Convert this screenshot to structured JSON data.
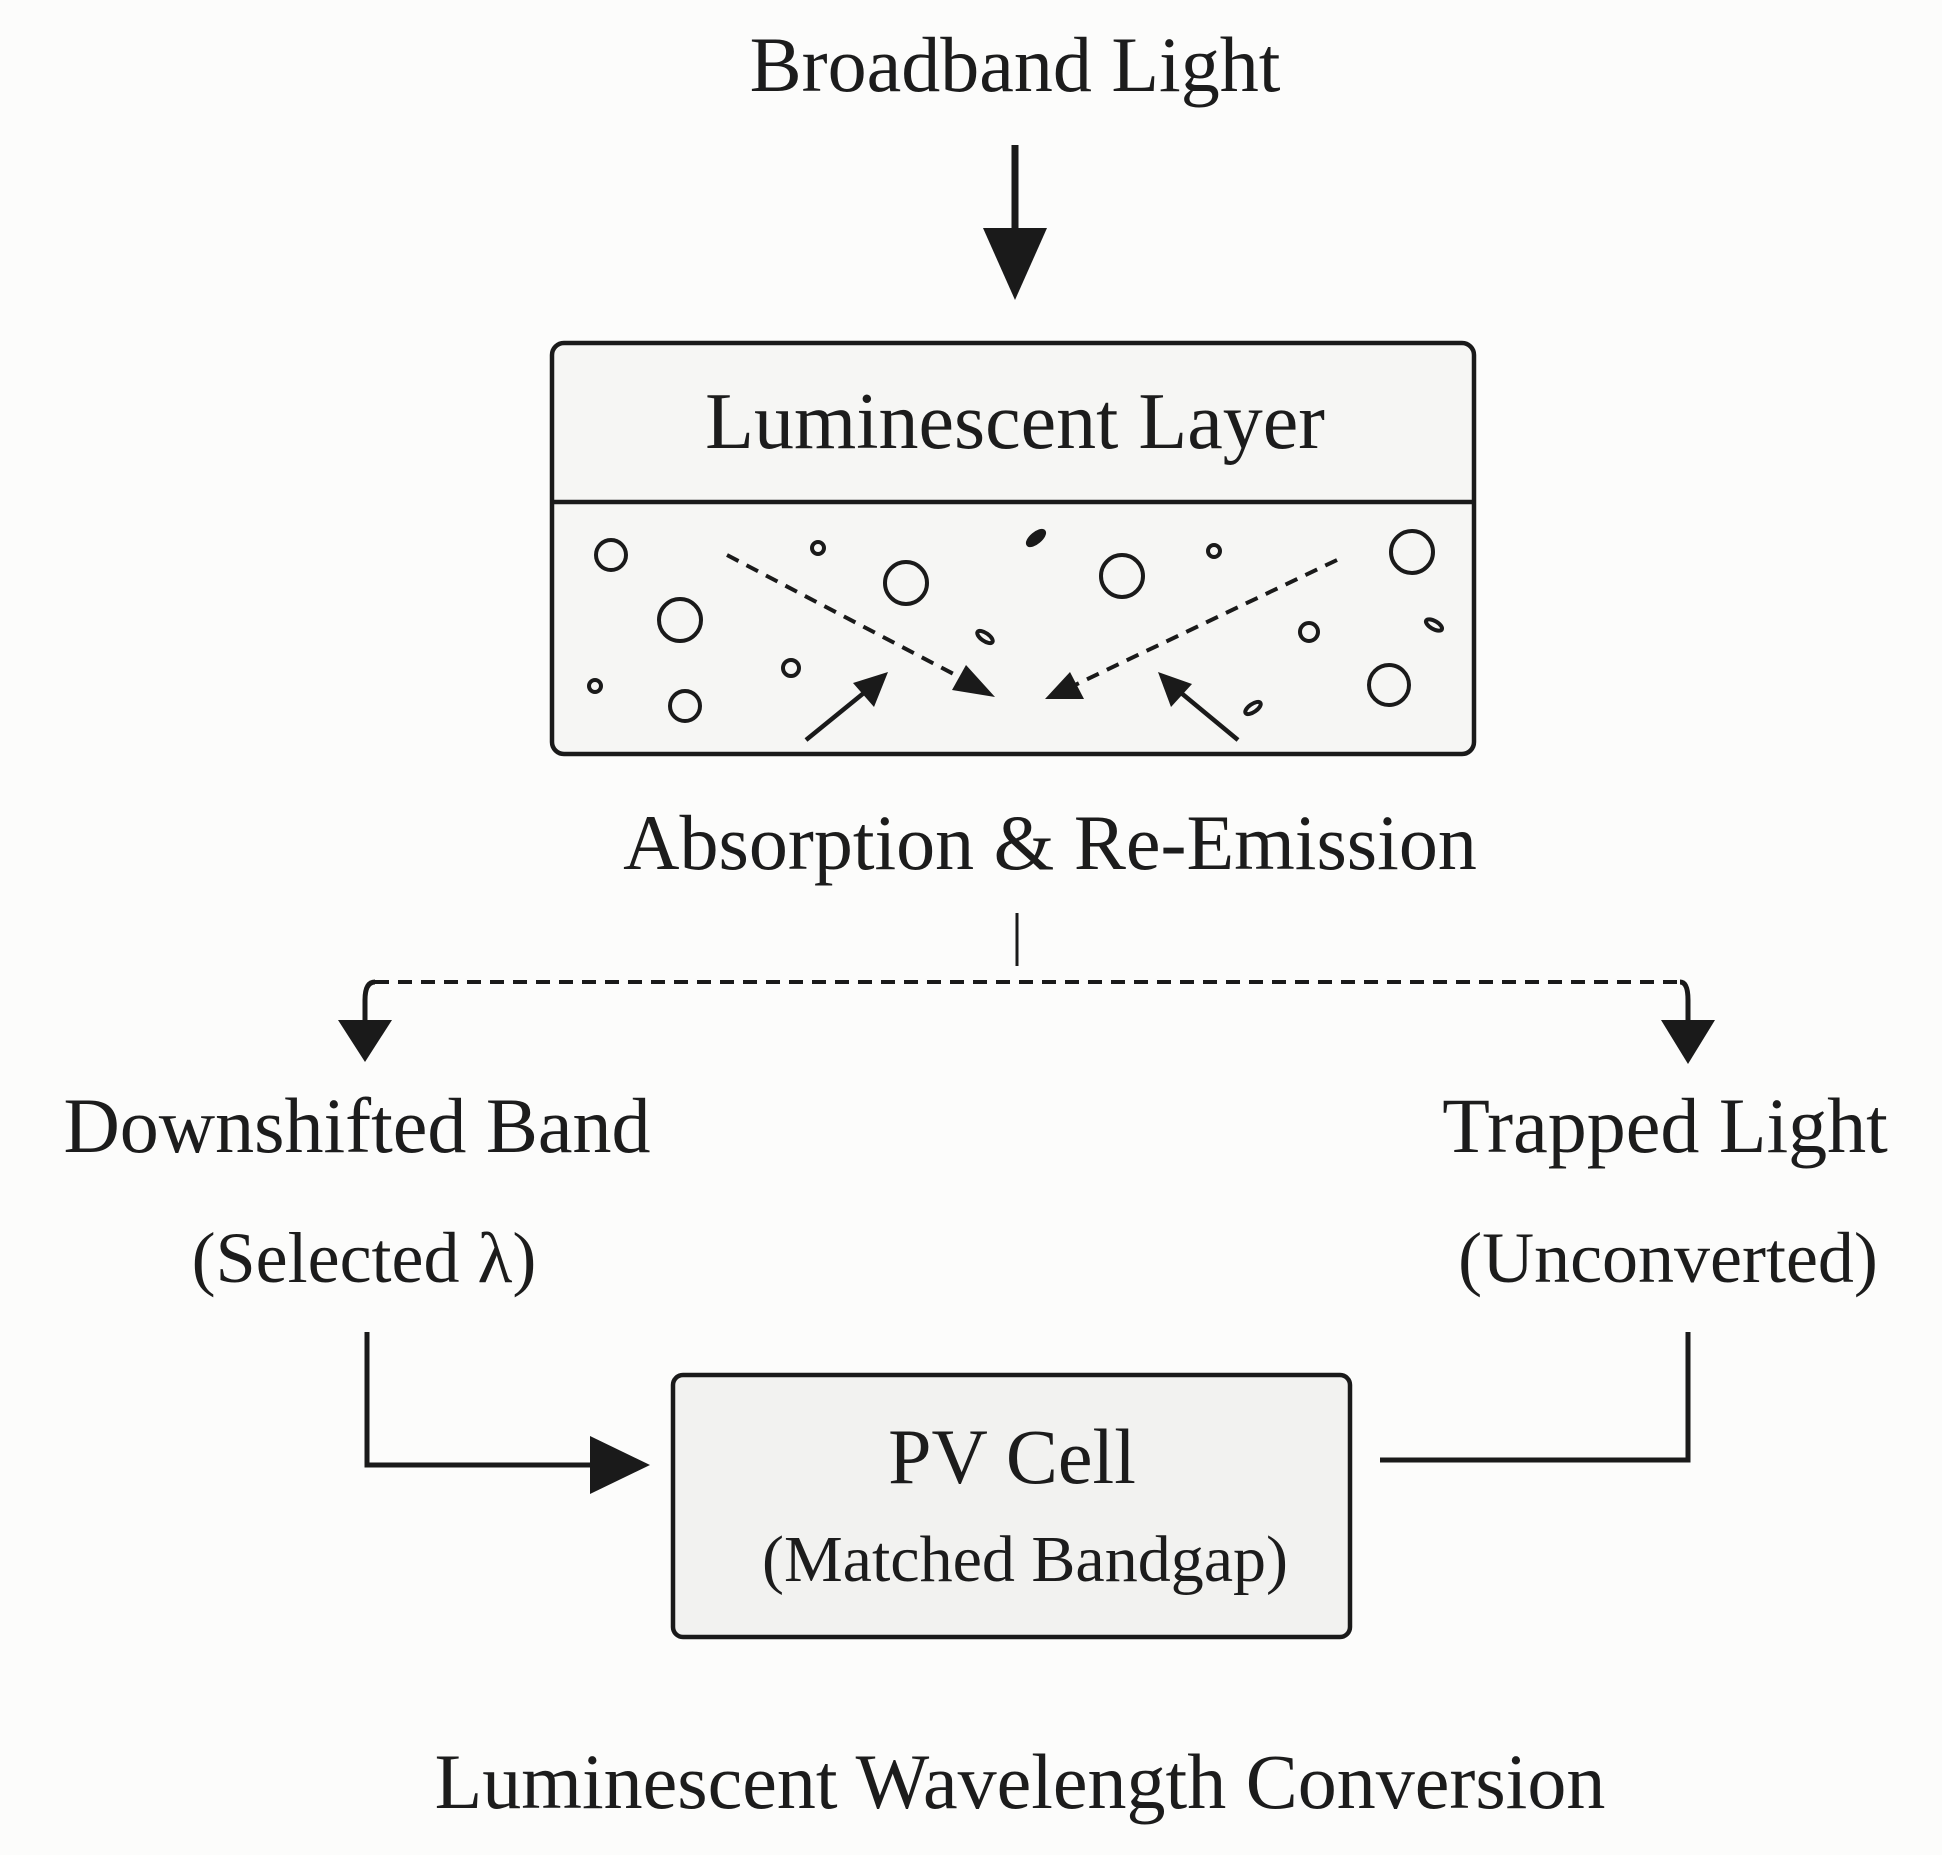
{
  "diagram": {
    "source_label": "Broadband Light",
    "layer_title": "Luminescent Layer",
    "process_label": "Absorption & Re-Emission",
    "branch_left": {
      "title": "Downshifted Band",
      "subtitle": "(Selected λ)"
    },
    "branch_right": {
      "title": "Trapped Light",
      "subtitle": "(Unconverted)"
    },
    "target": {
      "title": "PV Cell",
      "subtitle": "(Matched Bandgap)"
    },
    "caption": "Luminescent Wavelength Conversion"
  },
  "colors": {
    "stroke": "#1a1a1a",
    "box_fill": "#f3f3f1",
    "background": "#fcfcfb"
  },
  "icons": {
    "particles": "circle-outline",
    "arrows": "arrowhead"
  }
}
